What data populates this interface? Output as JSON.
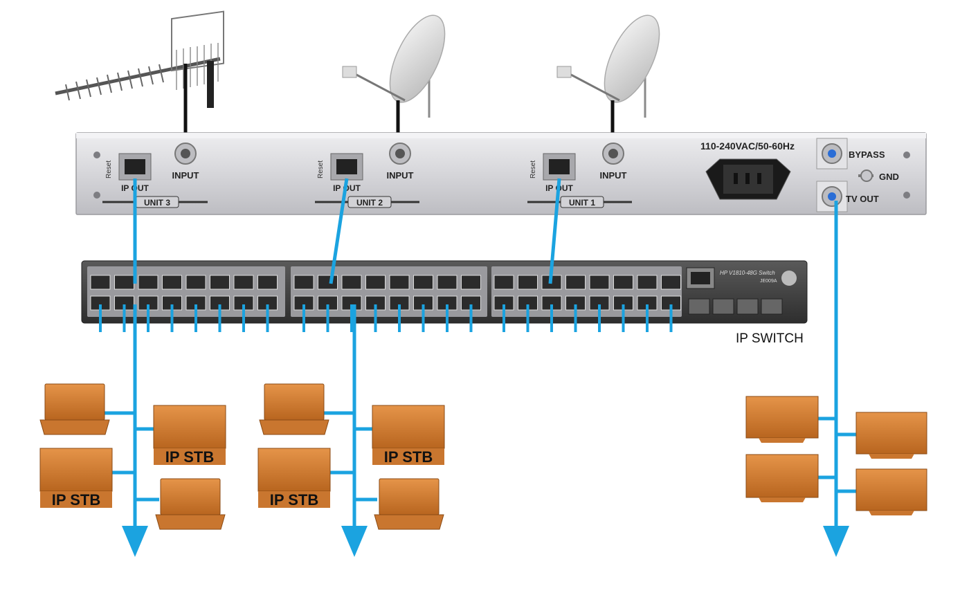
{
  "headend": {
    "power_label": "110-240VAC/50-60Hz",
    "bypass_label": "BYPASS",
    "gnd_label": "GND",
    "tv_out_label": "TV OUT",
    "reset_label": "Reset",
    "units": [
      {
        "name": "UNIT 3",
        "input_label": "INPUT",
        "ip_out_label": "IP OUT",
        "source": "terrestrial-antenna"
      },
      {
        "name": "UNIT 2",
        "input_label": "INPUT",
        "ip_out_label": "IP OUT",
        "source": "satellite-dish"
      },
      {
        "name": "UNIT 1",
        "input_label": "INPUT",
        "ip_out_label": "IP OUT",
        "source": "satellite-dish"
      }
    ]
  },
  "switch": {
    "label": "IP SWITCH",
    "model_text": "HP V1810-48G Switch",
    "sub_text": "JE009A"
  },
  "clients": {
    "stb_label": "IP STB",
    "groups": [
      {
        "devices": [
          "laptop",
          "ip-stb",
          "ip-stb",
          "laptop"
        ]
      },
      {
        "devices": [
          "laptop",
          "ip-stb",
          "ip-stb",
          "laptop"
        ]
      },
      {
        "devices": [
          "tv",
          "tv",
          "tv",
          "tv"
        ]
      }
    ]
  },
  "colors": {
    "cable": "#1ba3e0",
    "device": "#c9762f",
    "panel": "#d9d9dc"
  }
}
